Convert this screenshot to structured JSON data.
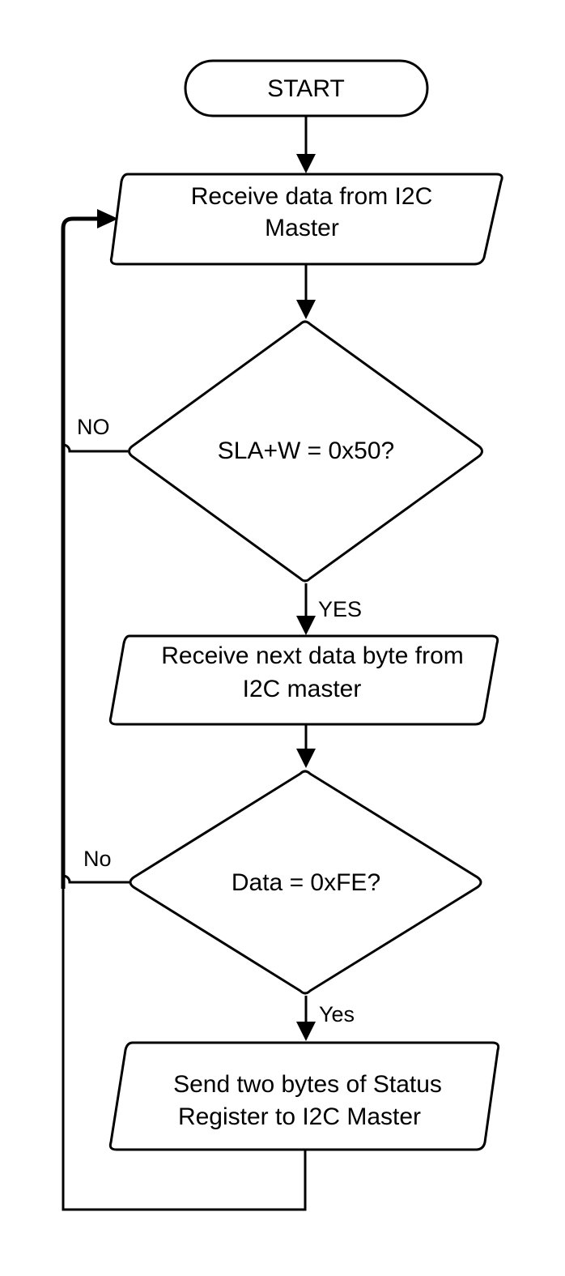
{
  "nodes": {
    "start": {
      "label": "START"
    },
    "receive_data": {
      "line1": "Receive data from I2C",
      "line2": "Master"
    },
    "check_address": {
      "label": "SLA+W = 0x50?"
    },
    "receive_next": {
      "line1": "Receive next data byte from",
      "line2": "I2C master"
    },
    "check_data": {
      "label": "Data = 0xFE?"
    },
    "send_status": {
      "line1": "Send two bytes of Status",
      "line2": "Register to I2C Master"
    }
  },
  "edges": {
    "address_no": "NO",
    "address_yes": "YES",
    "data_no": "No",
    "data_yes": "Yes"
  }
}
